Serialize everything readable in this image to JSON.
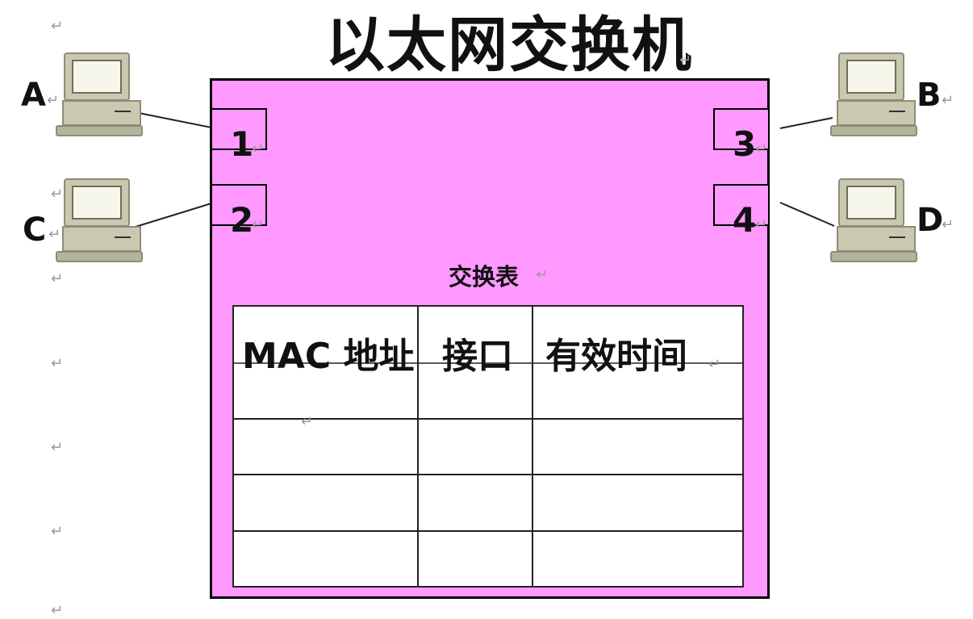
{
  "title": "以太网交换机",
  "table_caption": "交换表",
  "table": {
    "headers": [
      "MAC 地址",
      "接口",
      "有效时间"
    ]
  },
  "hosts": {
    "a": "A",
    "b": "B",
    "c": "C",
    "d": "D"
  },
  "ports": {
    "p1": "1",
    "p2": "2",
    "p3": "3",
    "p4": "4"
  },
  "paragraph_mark": "↵",
  "colors": {
    "switch_fill": "#ff99ff",
    "computer_body": "#c9c8b0"
  }
}
